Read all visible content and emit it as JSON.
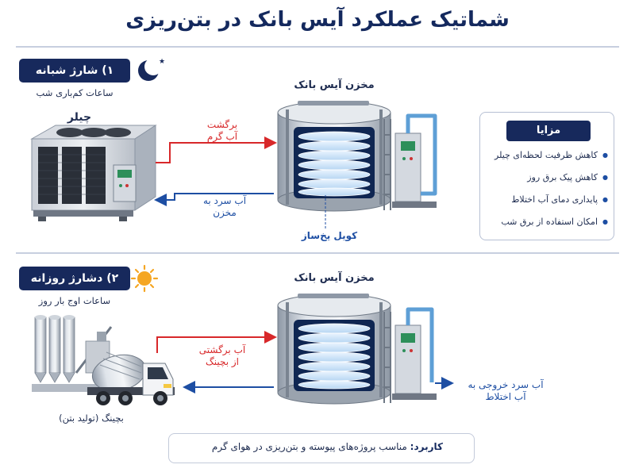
{
  "title": "شماتیک عملکرد آیس بانک در بتن‌ریزی",
  "night": {
    "badge": "۱) شارژ شبانه",
    "subtitle": "ساعات کم‌باری شب",
    "chiller_label": "چیلر",
    "tank_label": "مخزن آیس بانک",
    "return_label_1": "برگشت",
    "return_label_2": "آب گرم",
    "supply_label_1": "آب سرد به",
    "supply_label_2": "مخزن",
    "coil_label": "کویل یخ‌ساز"
  },
  "benefits": {
    "title": "مزایا",
    "items": [
      "کاهش ظرفیت لحظه‌ای چیلر",
      "کاهش پیک برق روز",
      "پایداری دمای آب اختلاط",
      "امکان استفاده از برق شب"
    ]
  },
  "day": {
    "badge": "۲) دشارژ روزانه",
    "subtitle": "ساعات اوج بار روز",
    "tank_label": "مخزن آیس بانک",
    "return_label_1": "آب برگشتی",
    "return_label_2": "از بچینگ",
    "outlet_label_1": "آب سرد خروجی به",
    "outlet_label_2": "آب اختلاط",
    "plant_label": "بچینگ (تولید بتن)"
  },
  "application": {
    "label": "کاربرد:",
    "text": "مناسب پروژه‌های پیوسته و بتن‌ریزی در هوای گرم"
  },
  "colors": {
    "navy": "#17295c",
    "hot": "#d8282a",
    "cold": "#1d4ea3"
  }
}
